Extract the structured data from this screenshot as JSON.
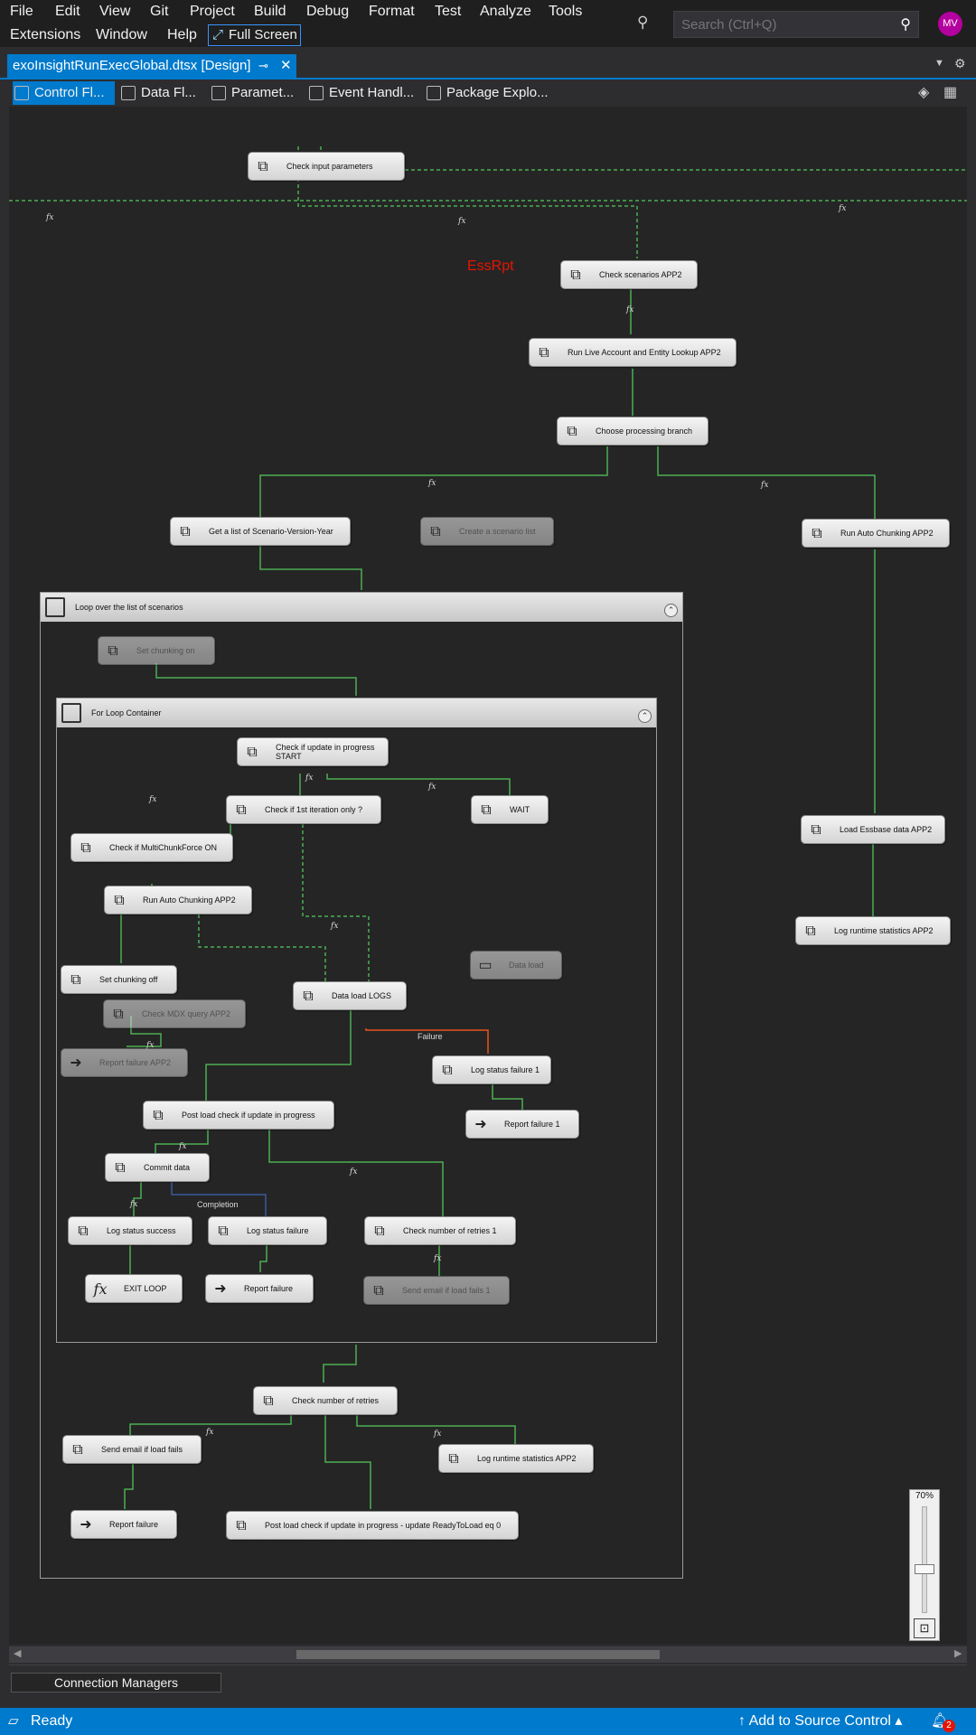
{
  "menu": {
    "items": [
      "File",
      "Edit",
      "View",
      "Git",
      "Project",
      "Build",
      "Debug",
      "Format",
      "Test",
      "Analyze",
      "Tools",
      "Extensions",
      "Window",
      "Help"
    ],
    "full_screen": "Full Screen"
  },
  "search": {
    "placeholder": "Search (Ctrl+Q)"
  },
  "user": {
    "initials": "MV"
  },
  "document_tab": {
    "title": "exoInsightRunExecGlobal.dtsx [Design]"
  },
  "designer_tabs": [
    "Control Fl...",
    "Data Fl...",
    "Paramet...",
    "Event Handl...",
    "Package Explo..."
  ],
  "annotation": "EssRpt",
  "containers": {
    "loop": "Loop over the list of scenarios",
    "forloop": "For Loop Container"
  },
  "tasks": {
    "check_input": "Check input parameters",
    "check_scenarios": "Check scenarios APP2",
    "run_live": "Run Live Account and Entity Lookup APP2",
    "choose_branch": "Choose processing branch",
    "get_list": "Get a list of Scenario-Version-Year",
    "create_list": "Create a scenario list",
    "run_auto_top": "Run Auto Chunking APP2",
    "load_essbase": "Load Essbase data APP2",
    "log_runtime_right": "Log runtime statistics APP2",
    "set_chunk_on": "Set chunking on",
    "check_update_start": "Check if update in progress START",
    "check_1st": "Check if 1st iteration only ?",
    "wait": "WAIT",
    "check_multichunk": "Check if MultiChunkForce ON",
    "run_auto_inner": "Run Auto Chunking APP2",
    "set_chunk_off": "Set chunking off",
    "check_mdx": "Check MDX query APP2",
    "report_fail_app2": "Report failure APP2",
    "data_load_logs": "Data load LOGS",
    "data_load": "Data load",
    "log_status_fail1": "Log status failure 1",
    "report_fail1": "Report failure 1",
    "post_load_check": "Post load check if update in progress",
    "commit_data": "Commit data",
    "log_success": "Log status success",
    "log_failure": "Log status failure",
    "check_retries1": "Check number of retries 1",
    "exit_loop": "EXIT LOOP",
    "report_failure_inner": "Report failure",
    "send_email_1": "Send email if load fails 1",
    "check_retries": "Check number of retries",
    "send_email": "Send email if load fails",
    "log_runtime_bottom": "Log runtime statistics APP2",
    "report_failure_outer": "Report failure",
    "post_load_update": "Post load check if update in progress - update ReadyToLoad eq 0"
  },
  "constraint_labels": {
    "failure": "Failure",
    "completion": "Completion",
    "fx": "fx"
  },
  "zoom": {
    "level": "70%"
  },
  "connection_managers": "Connection Managers",
  "status": {
    "ready": "Ready",
    "source_control": "Add to Source Control",
    "notifications": "2"
  },
  "colors": {
    "accent": "#007acc",
    "success": "#4caf50",
    "failure": "#e8541e",
    "completion": "#3a5a9a",
    "annotation": "#e51400"
  }
}
